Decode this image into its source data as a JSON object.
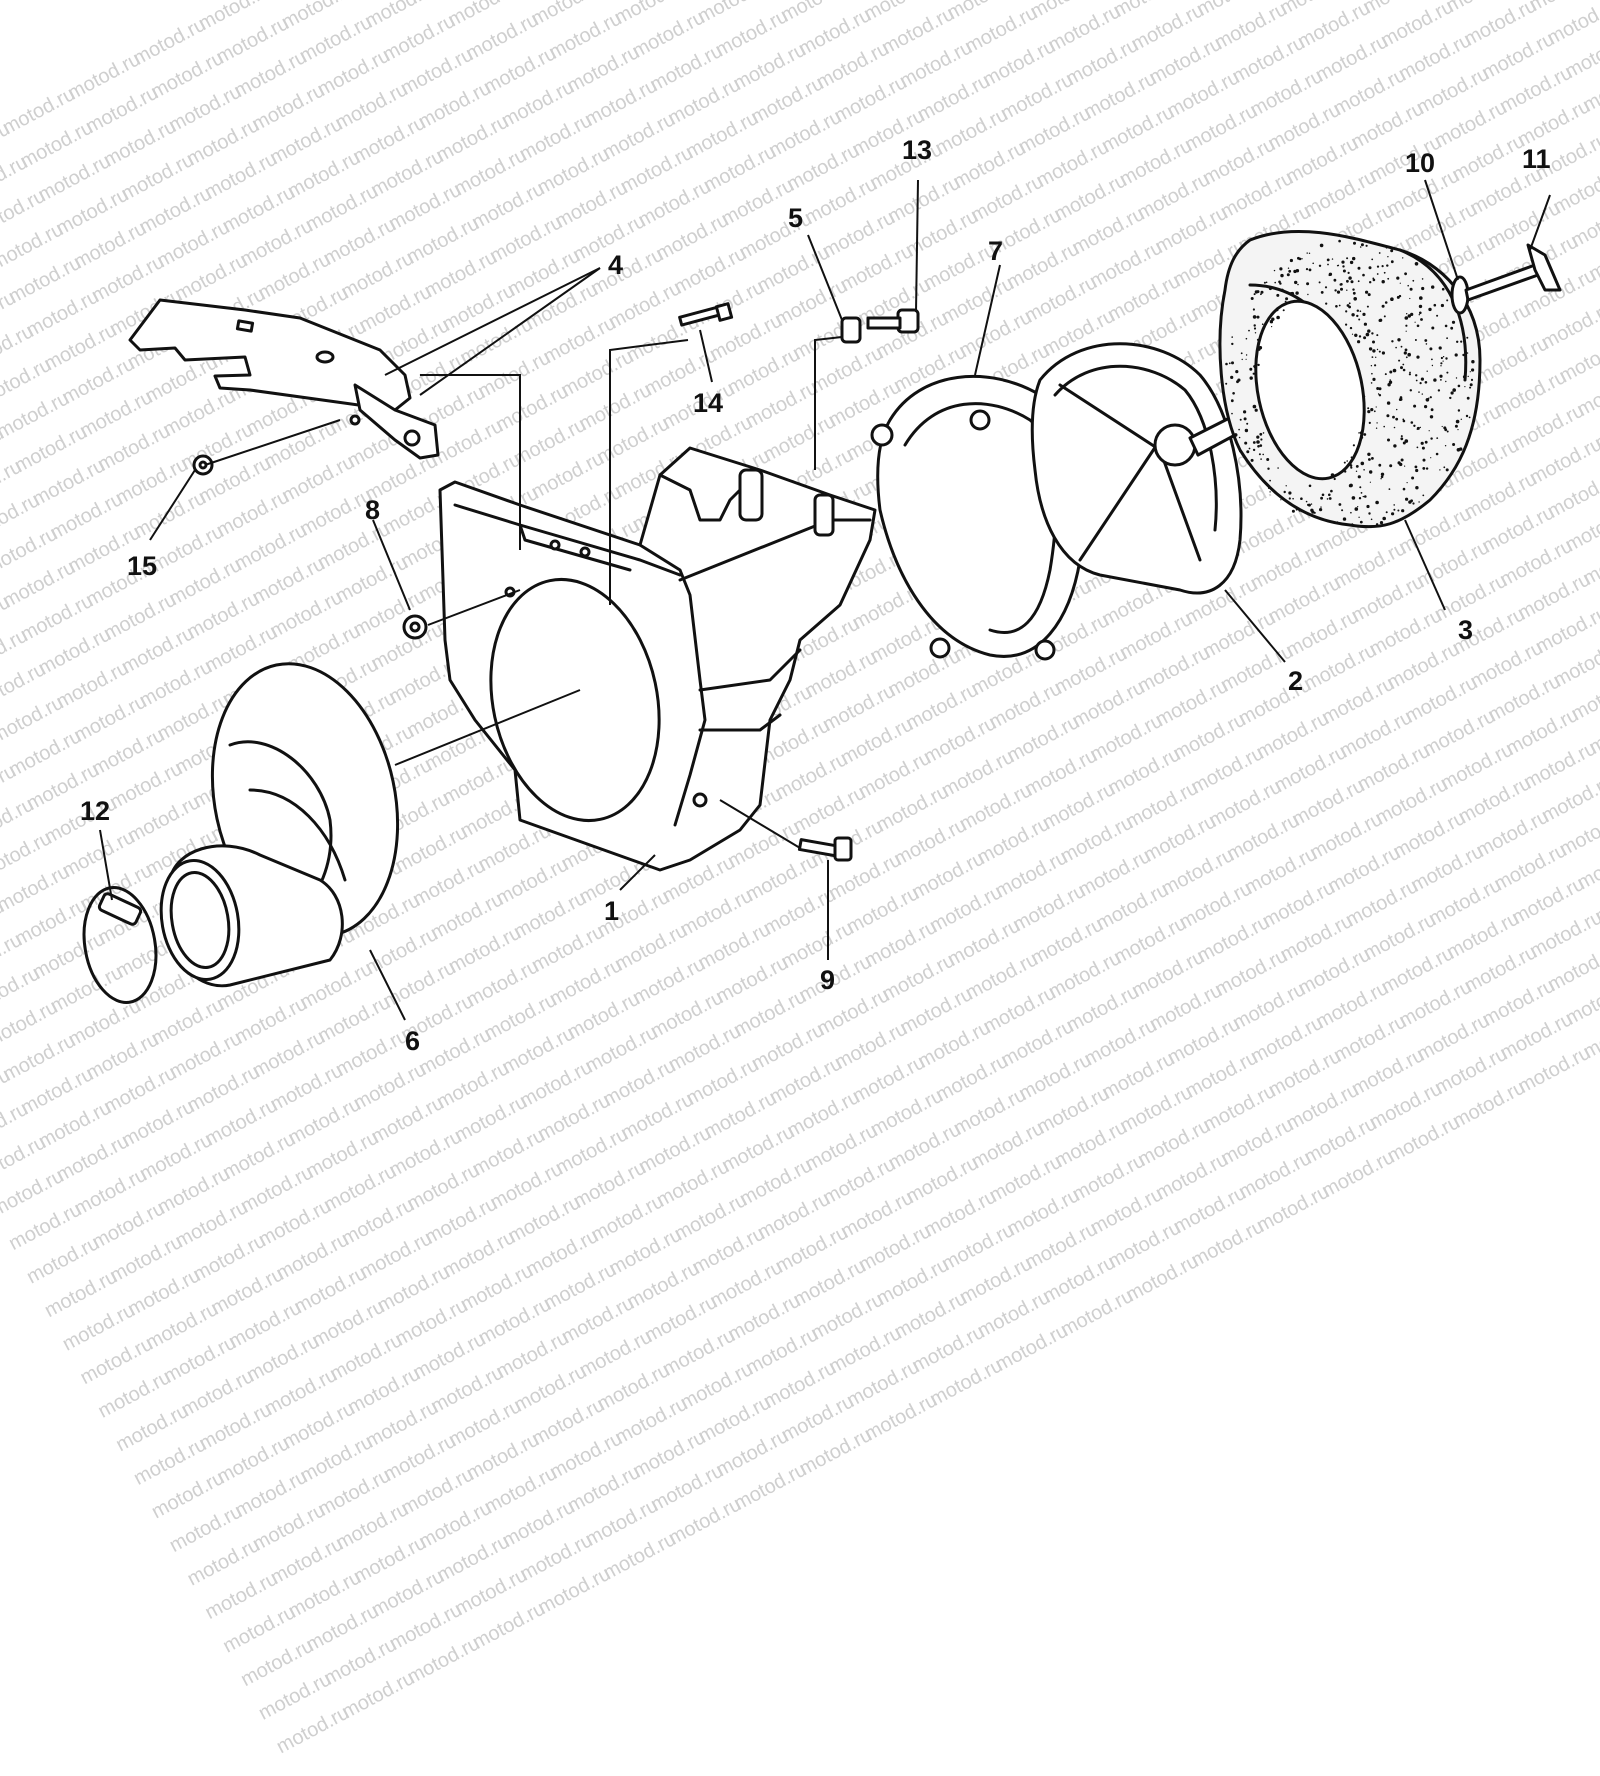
{
  "watermark_text": "motod.ru",
  "callouts": {
    "c1": "1",
    "c2": "2",
    "c3": "3",
    "c4": "4",
    "c5": "5",
    "c6": "6",
    "c7": "7",
    "c8": "8",
    "c9": "9",
    "c10": "10",
    "c11": "11",
    "c12": "12",
    "c13": "13",
    "c14": "14",
    "c15": "15"
  },
  "colors": {
    "ink": "#111111",
    "watermark": "#cfcfcf",
    "background": "#ffffff"
  }
}
